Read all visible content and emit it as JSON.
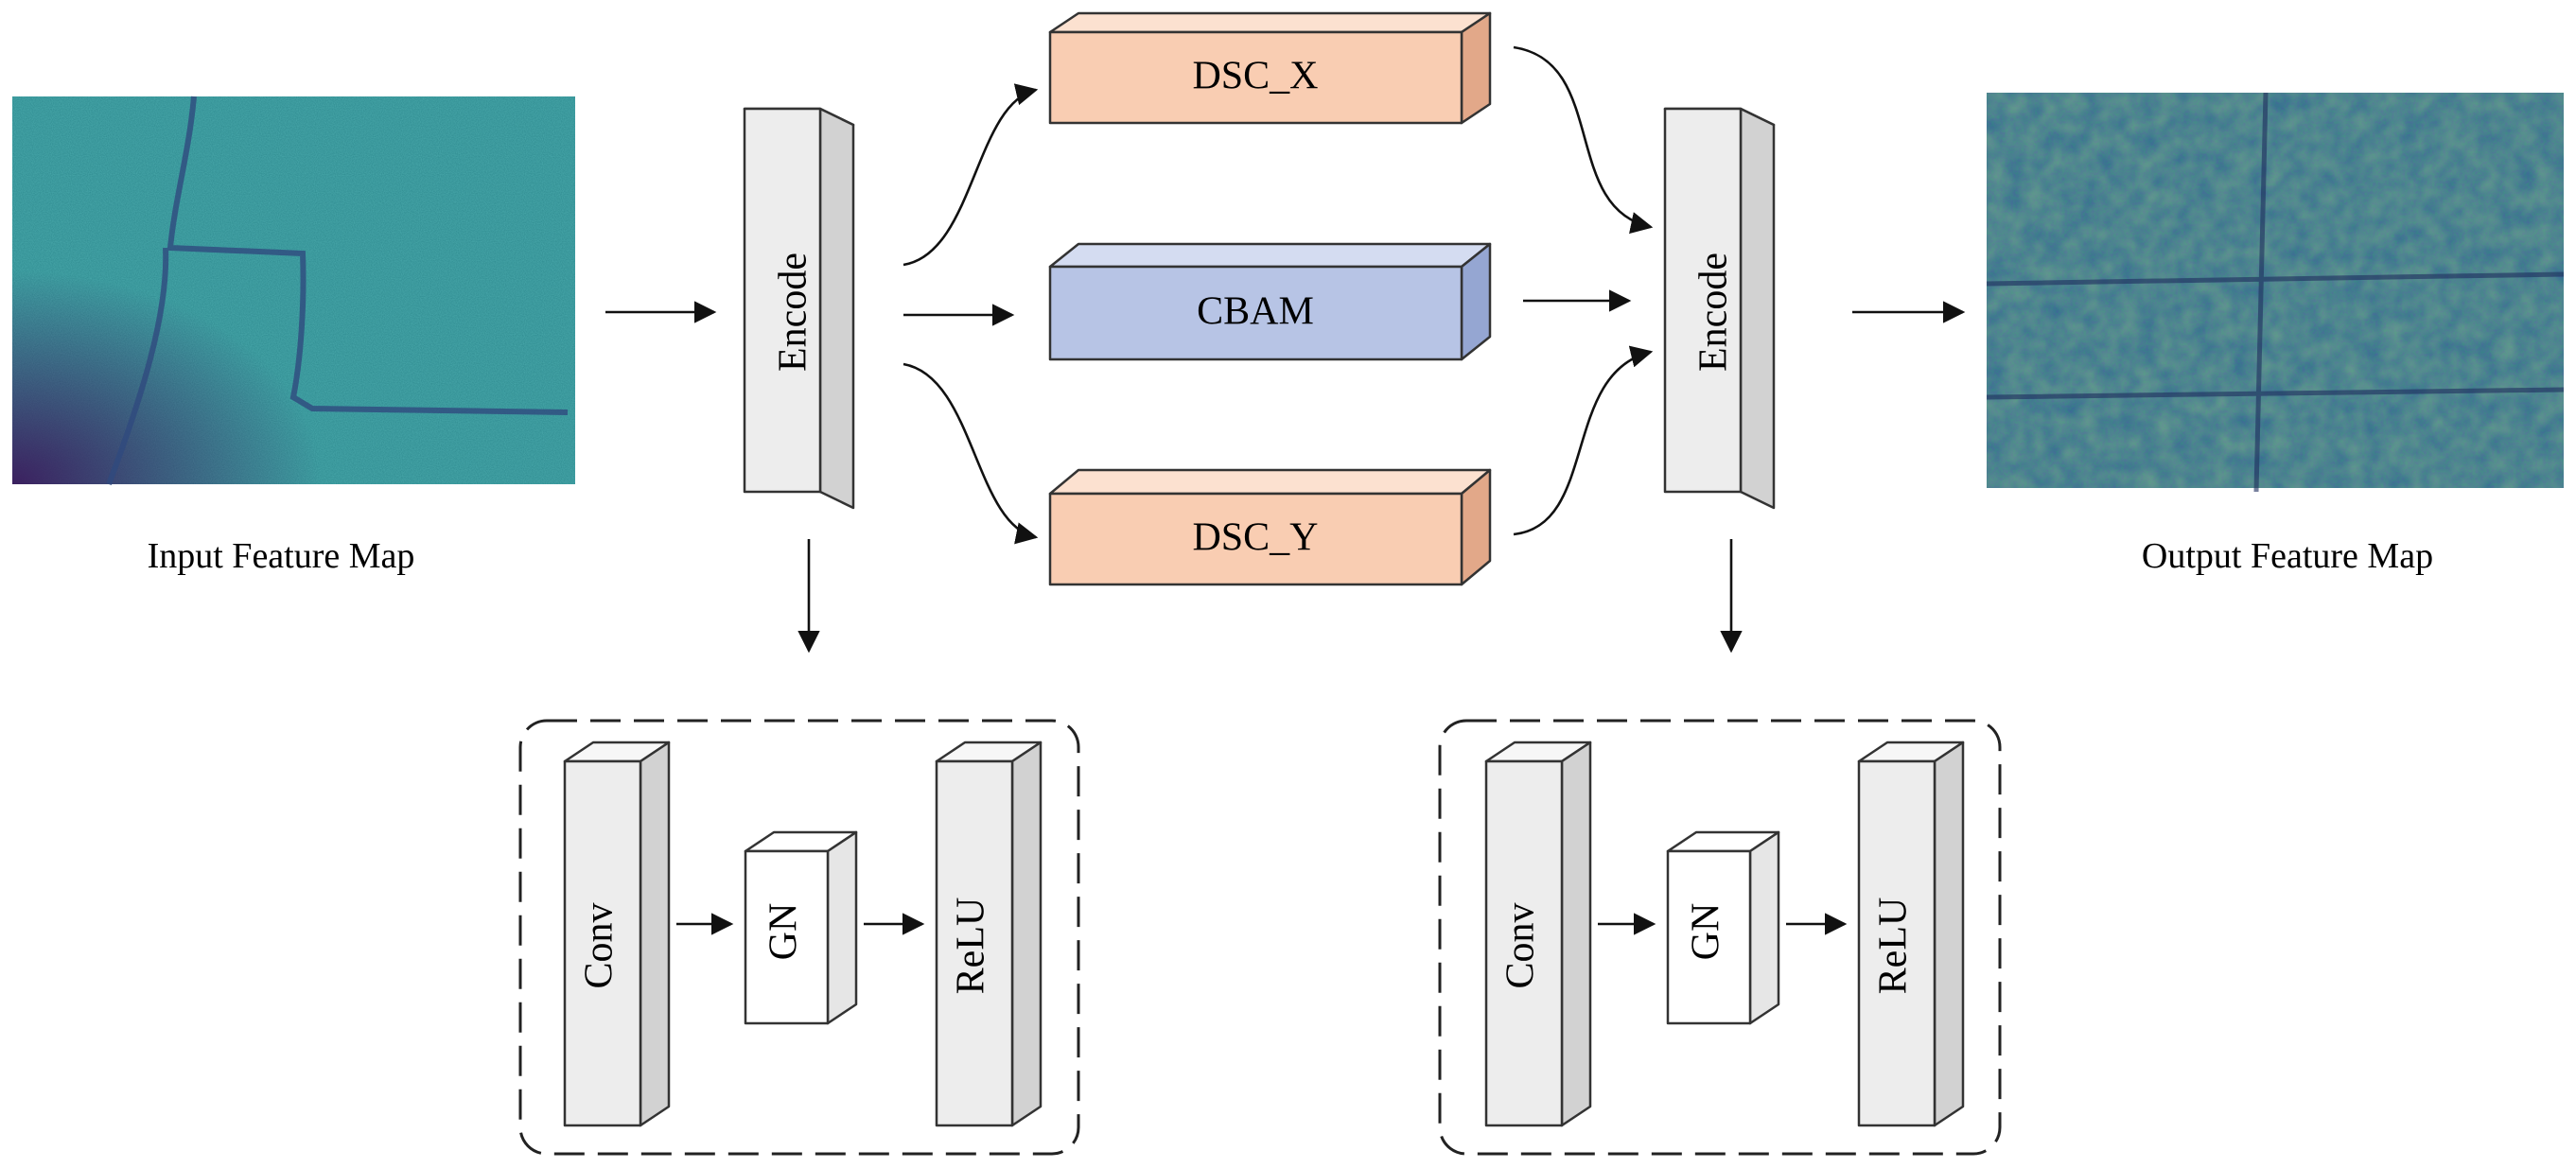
{
  "maps": {
    "input_caption": "Input Feature Map",
    "output_caption": "Output Feature Map"
  },
  "blocks": {
    "encode_left": "Encode",
    "encode_right": "Encode",
    "dsc_x": "DSC_X",
    "cbam": "CBAM",
    "dsc_y": "DSC_Y"
  },
  "detail_left": {
    "conv": "Conv",
    "gn": "GN",
    "relu": "ReLU"
  },
  "detail_right": {
    "conv": "Conv",
    "gn": "GN",
    "relu": "ReLU"
  },
  "colors": {
    "dsc_front": "#F9CDB2",
    "dsc_top": "#FCE1D0",
    "dsc_side": "#E2A889",
    "cbam_front": "#B7C4E5",
    "cbam_top": "#D4DCF1",
    "cbam_side": "#95A6D2",
    "grey_front": "#EDEDED",
    "grey_top": "#F7F7F7",
    "grey_side": "#D2D2D2",
    "map_base": "#2E8A8F",
    "map_dark": "#3B1A5C",
    "map_line": "#2F4A7E"
  }
}
